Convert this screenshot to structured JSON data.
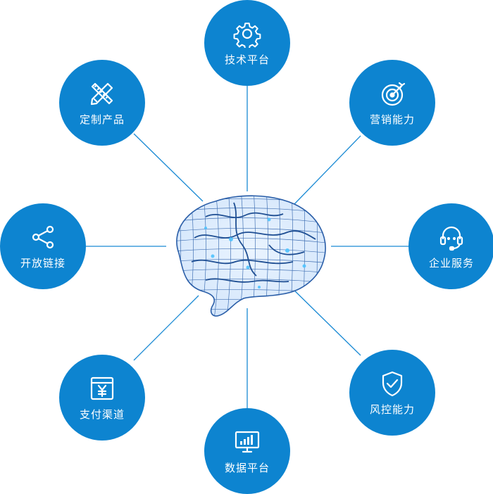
{
  "colors": {
    "node_fill": "#0d84d0",
    "link_line": "#1a8ad4",
    "brain_mesh": "#2a5ea8",
    "brain_glow": "#4fc3ff"
  },
  "center": {
    "icon": "brain-wireframe-icon"
  },
  "nodes": {
    "tech_platform": {
      "label": "技术平台",
      "icon": "gear-icon"
    },
    "marketing": {
      "label": "营销能力",
      "icon": "target-icon"
    },
    "enterprise": {
      "label": "企业服务",
      "icon": "headset-icon"
    },
    "risk": {
      "label": "风控能力",
      "icon": "shield-check-icon"
    },
    "data_platform": {
      "label": "数据平台",
      "icon": "monitor-chart-icon"
    },
    "payment": {
      "label": "支付渠道",
      "icon": "yuan-window-icon"
    },
    "open_link": {
      "label": "开放链接",
      "icon": "share-nodes-icon"
    },
    "custom_product": {
      "label": "定制产品",
      "icon": "pencil-ruler-icon"
    }
  }
}
